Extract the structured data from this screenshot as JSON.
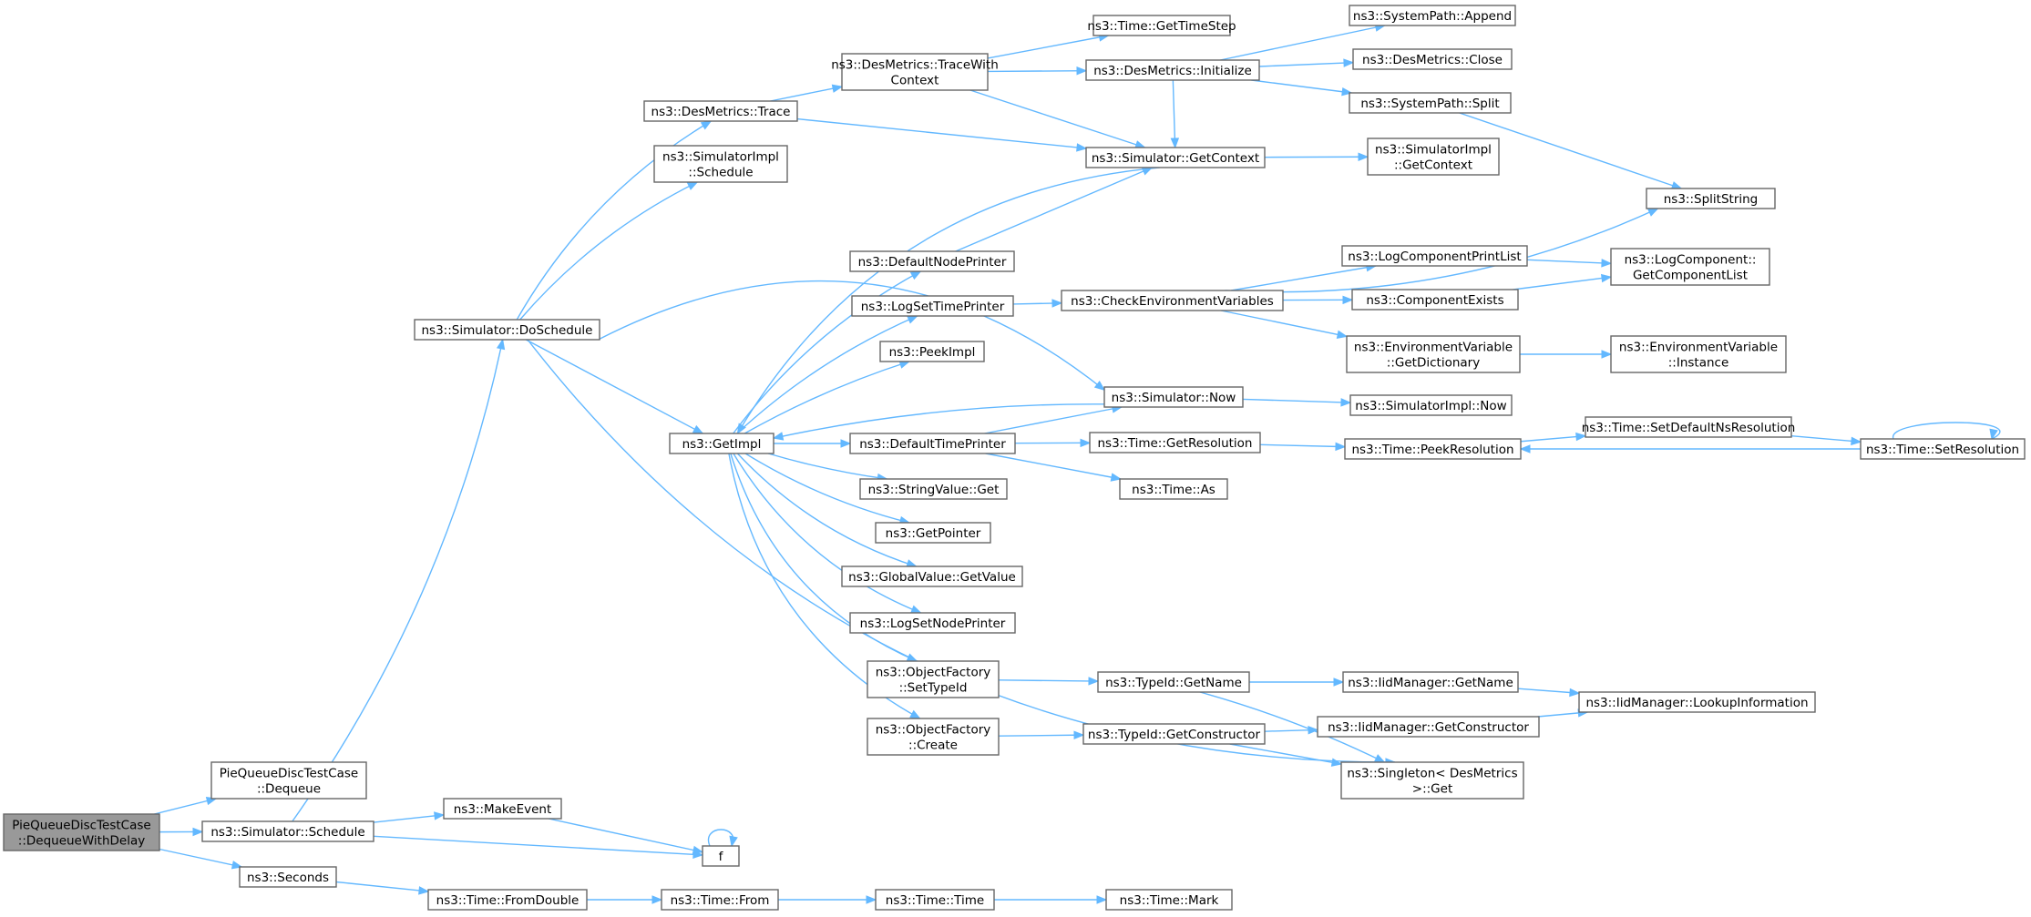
{
  "diagram": {
    "colors": {
      "edge": "#63b8ff",
      "node_border": "#666666",
      "root_fill": "#999999",
      "node_fill": "#ffffff"
    },
    "nodes": [
      {
        "id": "root",
        "lines": [
          "PieQueueDiscTestCase",
          "::DequeueWithDelay"
        ]
      },
      {
        "id": "dequeue",
        "lines": [
          "PieQueueDiscTestCase",
          "::Dequeue"
        ]
      },
      {
        "id": "sim_schedule",
        "lines": [
          "ns3::Simulator::Schedule"
        ]
      },
      {
        "id": "seconds",
        "lines": [
          "ns3::Seconds"
        ]
      },
      {
        "id": "doschedule",
        "lines": [
          "ns3::Simulator::DoSchedule"
        ]
      },
      {
        "id": "makeevent",
        "lines": [
          "ns3::MakeEvent"
        ]
      },
      {
        "id": "f",
        "lines": [
          "f"
        ]
      },
      {
        "id": "fromdouble",
        "lines": [
          "ns3::Time::FromDouble"
        ]
      },
      {
        "id": "from",
        "lines": [
          "ns3::Time::From"
        ]
      },
      {
        "id": "time",
        "lines": [
          "ns3::Time::Time"
        ]
      },
      {
        "id": "mark",
        "lines": [
          "ns3::Time::Mark"
        ]
      },
      {
        "id": "desmetrics_trace",
        "lines": [
          "ns3::DesMetrics::Trace"
        ]
      },
      {
        "id": "simimpl_schedule",
        "lines": [
          "ns3::SimulatorImpl",
          "::Schedule"
        ]
      },
      {
        "id": "getimpl",
        "lines": [
          "ns3::GetImpl"
        ]
      },
      {
        "id": "tracewithcontext",
        "lines": [
          "ns3::DesMetrics::TraceWith",
          "Context"
        ]
      },
      {
        "id": "gettimestep",
        "lines": [
          "ns3::Time::GetTimeStep"
        ]
      },
      {
        "id": "dm_initialize",
        "lines": [
          "ns3::DesMetrics::Initialize"
        ]
      },
      {
        "id": "sp_append",
        "lines": [
          "ns3::SystemPath::Append"
        ]
      },
      {
        "id": "dm_close",
        "lines": [
          "ns3::DesMetrics::Close"
        ]
      },
      {
        "id": "sp_split",
        "lines": [
          "ns3::SystemPath::Split"
        ]
      },
      {
        "id": "sim_getcontext",
        "lines": [
          "ns3::Simulator::GetContext"
        ]
      },
      {
        "id": "simimpl_getcontext",
        "lines": [
          "ns3::SimulatorImpl",
          "::GetContext"
        ]
      },
      {
        "id": "splitstring",
        "lines": [
          "ns3::SplitString"
        ]
      },
      {
        "id": "defaultnodeprinter",
        "lines": [
          "ns3::DefaultNodePrinter"
        ]
      },
      {
        "id": "logsettimeprinter",
        "lines": [
          "ns3::LogSetTimePrinter"
        ]
      },
      {
        "id": "checkenv",
        "lines": [
          "ns3::CheckEnvironmentVariables"
        ]
      },
      {
        "id": "logcompprintlist",
        "lines": [
          "ns3::LogComponentPrintList"
        ]
      },
      {
        "id": "logcomp_getlist",
        "lines": [
          "ns3::LogComponent::",
          "GetComponentList"
        ]
      },
      {
        "id": "compexists",
        "lines": [
          "ns3::ComponentExists"
        ]
      },
      {
        "id": "envvar_getdict",
        "lines": [
          "ns3::EnvironmentVariable",
          "::GetDictionary"
        ]
      },
      {
        "id": "envvar_instance",
        "lines": [
          "ns3::EnvironmentVariable",
          "::Instance"
        ]
      },
      {
        "id": "peekimpl",
        "lines": [
          "ns3::PeekImpl"
        ]
      },
      {
        "id": "sim_now",
        "lines": [
          "ns3::Simulator::Now"
        ]
      },
      {
        "id": "simimpl_now",
        "lines": [
          "ns3::SimulatorImpl::Now"
        ]
      },
      {
        "id": "defaulttimeprinter",
        "lines": [
          "ns3::DefaultTimePrinter"
        ]
      },
      {
        "id": "getresolution",
        "lines": [
          "ns3::Time::GetResolution"
        ]
      },
      {
        "id": "peekresolution",
        "lines": [
          "ns3::Time::PeekResolution"
        ]
      },
      {
        "id": "setdefaultns",
        "lines": [
          "ns3::Time::SetDefaultNsResolution"
        ]
      },
      {
        "id": "setresolution",
        "lines": [
          "ns3::Time::SetResolution"
        ]
      },
      {
        "id": "time_as",
        "lines": [
          "ns3::Time::As"
        ]
      },
      {
        "id": "stringvalue_get",
        "lines": [
          "ns3::StringValue::Get"
        ]
      },
      {
        "id": "getpointer",
        "lines": [
          "ns3::GetPointer"
        ]
      },
      {
        "id": "globalvalue_getvalue",
        "lines": [
          "ns3::GlobalValue::GetValue"
        ]
      },
      {
        "id": "logsetnodeprinter",
        "lines": [
          "ns3::LogSetNodePrinter"
        ]
      },
      {
        "id": "of_settypeid",
        "lines": [
          "ns3::ObjectFactory",
          "::SetTypeId"
        ]
      },
      {
        "id": "typeid_getname",
        "lines": [
          "ns3::TypeId::GetName"
        ]
      },
      {
        "id": "iid_getname",
        "lines": [
          "ns3::IidManager::GetName"
        ]
      },
      {
        "id": "iid_lookup",
        "lines": [
          "ns3::IidManager::LookupInformation"
        ]
      },
      {
        "id": "of_create",
        "lines": [
          "ns3::ObjectFactory",
          "::Create"
        ]
      },
      {
        "id": "typeid_getconstructor",
        "lines": [
          "ns3::TypeId::GetConstructor"
        ]
      },
      {
        "id": "iid_getconstructor",
        "lines": [
          "ns3::IidManager::GetConstructor"
        ]
      },
      {
        "id": "singleton_get",
        "lines": [
          "ns3::Singleton< DesMetrics",
          " >::Get"
        ]
      }
    ],
    "edges": [
      {
        "from": "root",
        "to": "dequeue"
      },
      {
        "from": "root",
        "to": "sim_schedule"
      },
      {
        "from": "root",
        "to": "seconds"
      },
      {
        "from": "sim_schedule",
        "to": "doschedule"
      },
      {
        "from": "sim_schedule",
        "to": "makeevent"
      },
      {
        "from": "sim_schedule",
        "to": "f"
      },
      {
        "from": "makeevent",
        "to": "f"
      },
      {
        "from": "f",
        "to": "f"
      },
      {
        "from": "seconds",
        "to": "fromdouble"
      },
      {
        "from": "fromdouble",
        "to": "from"
      },
      {
        "from": "from",
        "to": "time"
      },
      {
        "from": "time",
        "to": "mark"
      },
      {
        "from": "doschedule",
        "to": "desmetrics_trace"
      },
      {
        "from": "doschedule",
        "to": "simimpl_schedule"
      },
      {
        "from": "doschedule",
        "to": "sim_now"
      },
      {
        "from": "doschedule",
        "to": "getimpl"
      },
      {
        "from": "doschedule",
        "to": "singleton_get"
      },
      {
        "from": "desmetrics_trace",
        "to": "tracewithcontext"
      },
      {
        "from": "desmetrics_trace",
        "to": "sim_getcontext"
      },
      {
        "from": "tracewithcontext",
        "to": "gettimestep"
      },
      {
        "from": "tracewithcontext",
        "to": "dm_initialize"
      },
      {
        "from": "tracewithcontext",
        "to": "sim_getcontext"
      },
      {
        "from": "dm_initialize",
        "to": "sp_append"
      },
      {
        "from": "dm_initialize",
        "to": "dm_close"
      },
      {
        "from": "dm_initialize",
        "to": "sp_split"
      },
      {
        "from": "dm_initialize",
        "to": "sim_getcontext"
      },
      {
        "from": "sp_split",
        "to": "splitstring"
      },
      {
        "from": "sim_getcontext",
        "to": "simimpl_getcontext"
      },
      {
        "from": "sim_getcontext",
        "to": "getimpl"
      },
      {
        "from": "getimpl",
        "to": "defaultnodeprinter"
      },
      {
        "from": "getimpl",
        "to": "logsettimeprinter"
      },
      {
        "from": "getimpl",
        "to": "peekimpl"
      },
      {
        "from": "getimpl",
        "to": "defaulttimeprinter"
      },
      {
        "from": "getimpl",
        "to": "stringvalue_get"
      },
      {
        "from": "getimpl",
        "to": "getpointer"
      },
      {
        "from": "getimpl",
        "to": "globalvalue_getvalue"
      },
      {
        "from": "getimpl",
        "to": "logsetnodeprinter"
      },
      {
        "from": "getimpl",
        "to": "of_settypeid"
      },
      {
        "from": "getimpl",
        "to": "of_create"
      },
      {
        "from": "defaultnodeprinter",
        "to": "sim_getcontext"
      },
      {
        "from": "logsettimeprinter",
        "to": "checkenv"
      },
      {
        "from": "checkenv",
        "to": "splitstring"
      },
      {
        "from": "checkenv",
        "to": "logcompprintlist"
      },
      {
        "from": "checkenv",
        "to": "compexists"
      },
      {
        "from": "checkenv",
        "to": "envvar_getdict"
      },
      {
        "from": "logcompprintlist",
        "to": "logcomp_getlist"
      },
      {
        "from": "compexists",
        "to": "logcomp_getlist"
      },
      {
        "from": "envvar_getdict",
        "to": "envvar_instance"
      },
      {
        "from": "sim_now",
        "to": "getimpl"
      },
      {
        "from": "sim_now",
        "to": "simimpl_now"
      },
      {
        "from": "defaulttimeprinter",
        "to": "sim_now"
      },
      {
        "from": "defaulttimeprinter",
        "to": "getresolution"
      },
      {
        "from": "defaulttimeprinter",
        "to": "time_as"
      },
      {
        "from": "getresolution",
        "to": "peekresolution"
      },
      {
        "from": "peekresolution",
        "to": "setdefaultns"
      },
      {
        "from": "setdefaultns",
        "to": "setresolution"
      },
      {
        "from": "setresolution",
        "to": "peekresolution"
      },
      {
        "from": "setresolution",
        "to": "setresolution"
      },
      {
        "from": "of_settypeid",
        "to": "typeid_getname"
      },
      {
        "from": "typeid_getname",
        "to": "iid_getname"
      },
      {
        "from": "typeid_getname",
        "to": "singleton_get"
      },
      {
        "from": "iid_getname",
        "to": "iid_lookup"
      },
      {
        "from": "of_create",
        "to": "typeid_getconstructor"
      },
      {
        "from": "typeid_getconstructor",
        "to": "iid_getconstructor"
      },
      {
        "from": "typeid_getconstructor",
        "to": "singleton_get"
      },
      {
        "from": "iid_getconstructor",
        "to": "iid_lookup"
      }
    ]
  }
}
